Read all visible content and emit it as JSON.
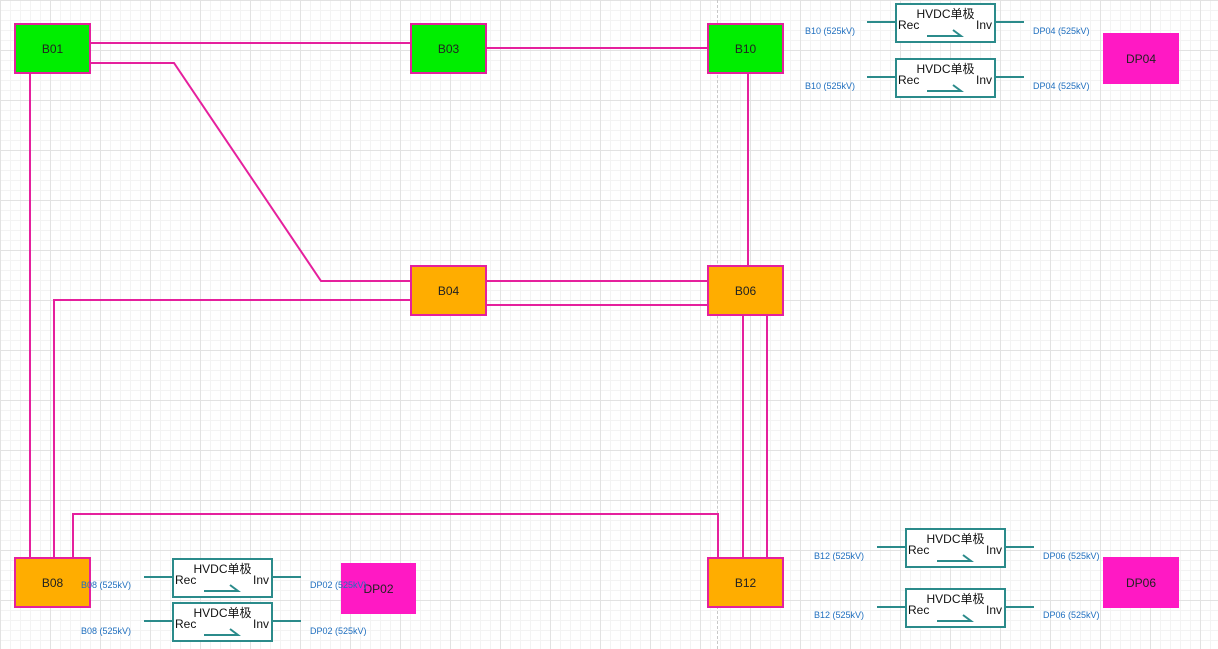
{
  "colors": {
    "line": "#e5209d",
    "green_bus": "#00ee00",
    "orange_bus": "#ffad00",
    "dp_fill": "#ff19c4",
    "converter": "#2b8b8b",
    "port_label": "#1f6fbf"
  },
  "buses": {
    "b01": "B01",
    "b03": "B03",
    "b10": "B10",
    "b04": "B04",
    "b06": "B06",
    "b08": "B08",
    "b12": "B12"
  },
  "dps": {
    "dp02": "DP02",
    "dp04": "DP04",
    "dp06": "DP06"
  },
  "converters": [
    {
      "title": "HVDC单极",
      "rec": "Rec",
      "inv": "Inv",
      "from": "B10 (525kV)",
      "to": "DP04 (525kV)"
    },
    {
      "title": "HVDC单极",
      "rec": "Rec",
      "inv": "Inv",
      "from": "B10 (525kV)",
      "to": "DP04 (525kV)"
    },
    {
      "title": "HVDC单极",
      "rec": "Rec",
      "inv": "Inv",
      "from": "B12 (525kV)",
      "to": "DP06 (525kV)"
    },
    {
      "title": "HVDC单极",
      "rec": "Rec",
      "inv": "Inv",
      "from": "B12 (525kV)",
      "to": "DP06 (525kV)"
    },
    {
      "title": "HVDC单极",
      "rec": "Rec",
      "inv": "Inv",
      "from": "B08 (525kV)",
      "to": "DP02 (525kV)"
    },
    {
      "title": "HVDC单极",
      "rec": "Rec",
      "inv": "Inv",
      "from": "B08 (525kV)",
      "to": "DP02 (525kV)"
    }
  ]
}
